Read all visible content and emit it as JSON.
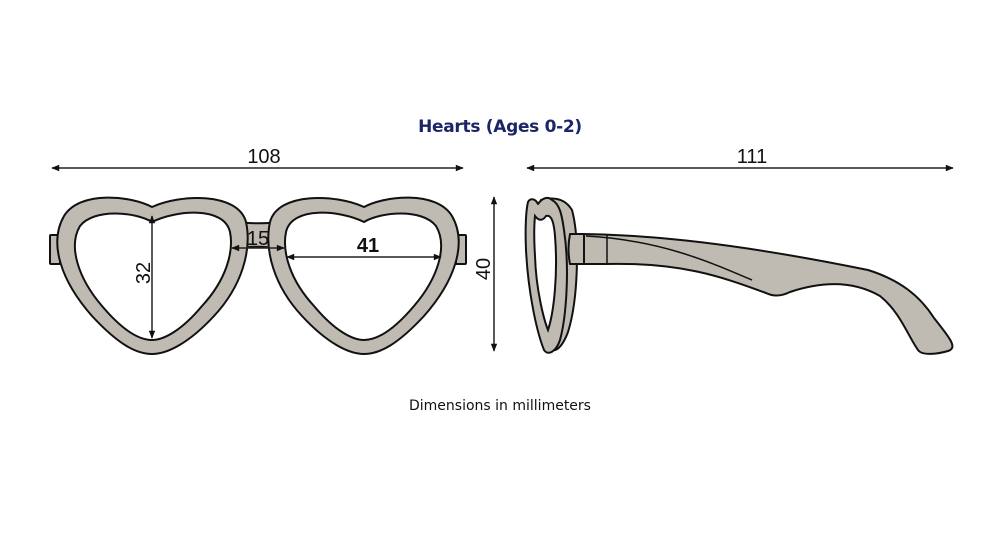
{
  "title": "Hearts (Ages 0-2)",
  "caption": "Dimensions in millimeters",
  "colors": {
    "title": "#1c2566",
    "frame_fill": "#bfbab2",
    "outline": "#111111"
  },
  "front_view": {
    "overall_width": "108",
    "lens_height": "32",
    "bridge_width": "15",
    "lens_width": "41",
    "frame_height": "40"
  },
  "side_view": {
    "temple_length": "111"
  }
}
